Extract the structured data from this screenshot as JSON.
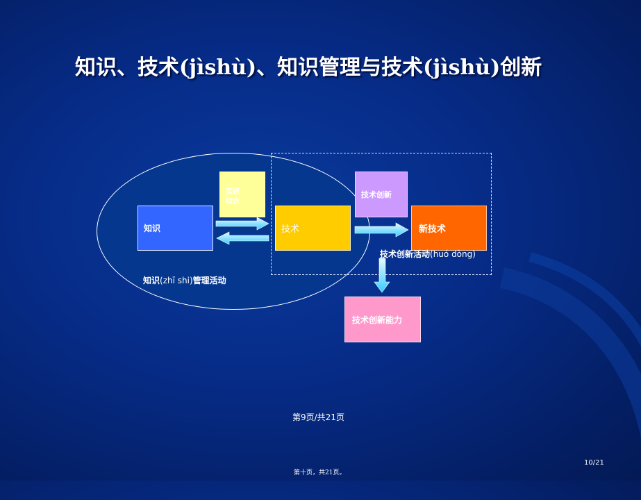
{
  "slide": {
    "title": "知识、技术(jìshù)、知识管理与技术(jìshù)创新",
    "footer_center": "第9页/共21页",
    "footer_bottom": "第十页，共21页。",
    "page_number": "10/21"
  },
  "diagram": {
    "boxes": {
      "knowledge": "知识",
      "practice_line1": "实践",
      "practice_line2": "综合",
      "technology": "技术",
      "tech_innovation": "技术创新",
      "new_technology": "新技术",
      "innovation_ability": "技术创新能力"
    },
    "labels": {
      "mgmt_a": "知识",
      "mgmt_py": "(zhī shi)",
      "mgmt_b": "管理活动",
      "activity_a": "技术创新活动",
      "activity_py": "(huó dòng)"
    },
    "colors": {
      "knowledge": "#3366ff",
      "practice": "#ffff99",
      "technology": "#ffcc00",
      "tech_innovation": "#cc99ff",
      "new_technology": "#ff6600",
      "innovation_ability": "#ff99cc",
      "arrow": "#33ccff"
    }
  }
}
